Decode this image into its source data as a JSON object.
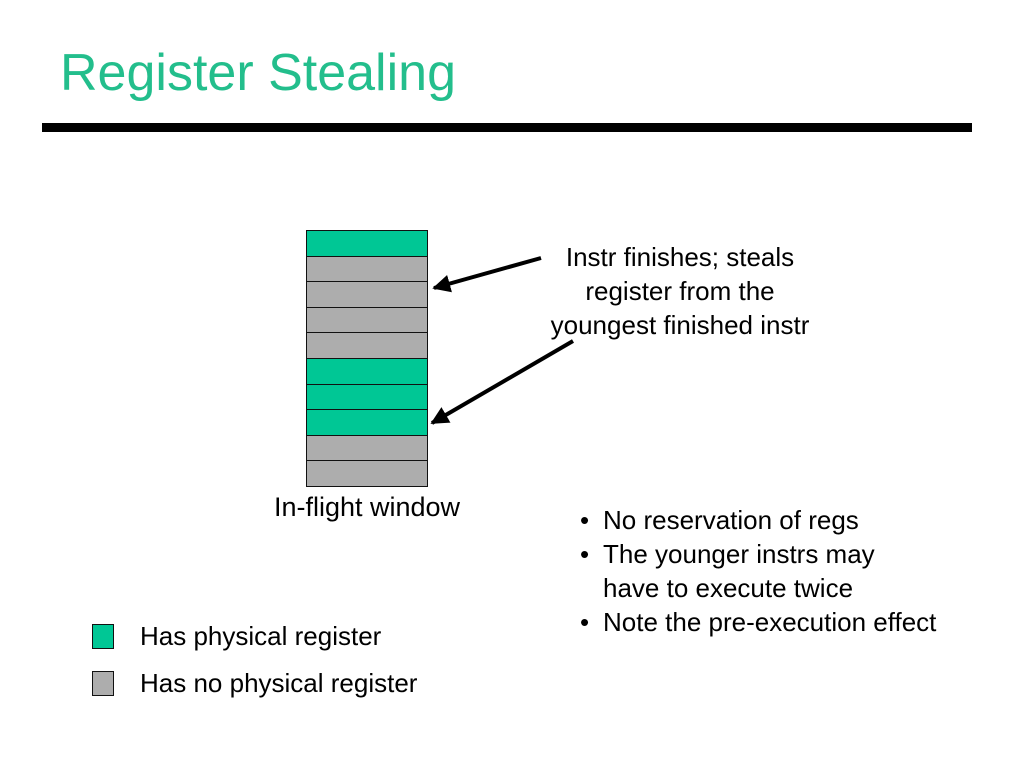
{
  "colors": {
    "accent_title": "#23BE8C",
    "register_green": "#00C795",
    "register_gray": "#ADADAD",
    "line_black": "#000000"
  },
  "title": "Register Stealing",
  "diagram": {
    "window_label": "In-flight window",
    "cells": [
      "has-register",
      "no-register",
      "no-register",
      "no-register",
      "no-register",
      "has-register",
      "has-register",
      "has-register",
      "no-register",
      "no-register"
    ]
  },
  "annotation": {
    "line1": "Instr finishes; steals",
    "line2": "register from the",
    "line3": "youngest finished instr"
  },
  "bullets": [
    {
      "marker": "•",
      "text": "No reservation of regs"
    },
    {
      "marker": "•",
      "text": "The younger instrs may"
    },
    {
      "marker": "",
      "text": "have to execute twice"
    },
    {
      "marker": "•",
      "text": "Note the pre-execution effect"
    }
  ],
  "legend": [
    {
      "swatch": "has-register",
      "label": "Has physical register"
    },
    {
      "swatch": "no-register",
      "label": "Has no physical register"
    }
  ]
}
